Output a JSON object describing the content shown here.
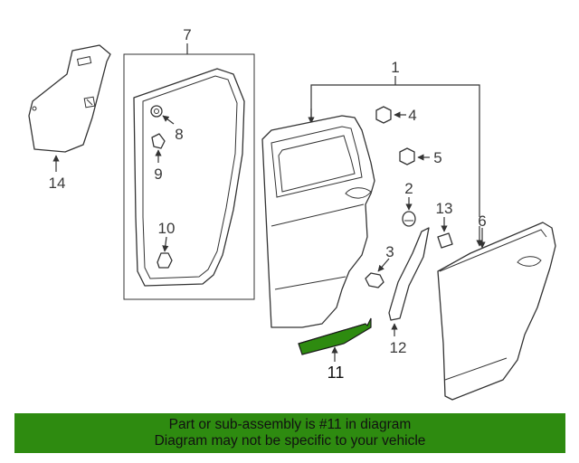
{
  "callouts": {
    "c1": "1",
    "c2": "2",
    "c3": "3",
    "c4": "4",
    "c5": "5",
    "c6": "6",
    "c7": "7",
    "c8": "8",
    "c9": "9",
    "c10": "10",
    "c11": "11",
    "c12": "12",
    "c13": "13",
    "c14": "14"
  },
  "highlight": {
    "part_number": "11",
    "color": "#2e8b10"
  },
  "banner": {
    "line1": "Part or sub-assembly is #11 in diagram",
    "line2": "Diagram may not be specific to your vehicle",
    "color": "#2e8b10"
  }
}
